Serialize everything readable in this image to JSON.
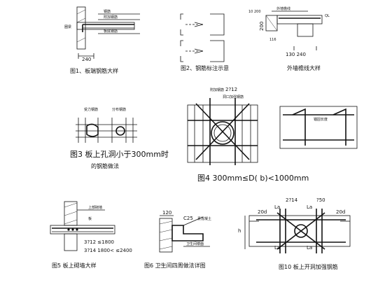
{
  "details": {
    "d1": {
      "caption": "图1、板端钢筋大样",
      "dims": [
        "240"
      ],
      "notes": [
        "钢筋",
        "附加钢筋",
        "板底钢筋",
        "圈梁"
      ]
    },
    "d2": {
      "caption": "图2、钢筋标注示意",
      "notes": []
    },
    "d3": {
      "caption": "外墙檐线大样",
      "dims": [
        "10 200",
        "200",
        "116",
        "130 240",
        "QL"
      ],
      "notes": [
        "外墙檐线"
      ]
    },
    "d4": {
      "caption_line1": "图3   板上孔洞小于300mm时",
      "caption_line2": "的钢筋做法",
      "notes": [
        "受力钢筋",
        "分布钢筋"
      ]
    },
    "d5": {
      "caption": "图4  300mm≤D(  b)<1000mm",
      "dims": [
        "2?12"
      ],
      "notes": [
        "附加钢筋",
        "洞口加强钢筋",
        "锚固长度"
      ]
    },
    "d6": {
      "caption": "图5   板上砌墙大样",
      "dims": [
        "3?12  ≤1800",
        "3?14  1800<  ≤2400"
      ],
      "notes": [
        "上部砌墙",
        "板"
      ]
    },
    "d7": {
      "caption": "图6   卫生间四周做法详图",
      "dims": [
        "120",
        "C25"
      ],
      "notes": [
        "素混凝土",
        "卫生间楼面"
      ]
    },
    "d8": {
      "caption": "图10   板上开洞加强钢筋",
      "dims": [
        "2?14",
        "?50",
        "20d",
        "20d",
        "La",
        "La",
        "La",
        "La",
        "h"
      ],
      "notes": []
    }
  }
}
